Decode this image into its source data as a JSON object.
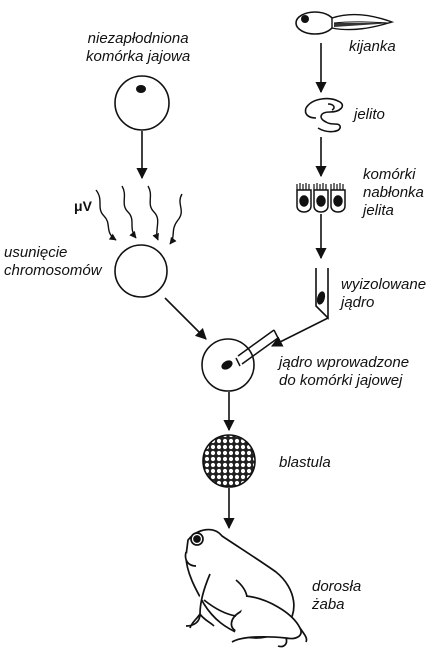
{
  "colors": {
    "ink": "#111111",
    "background": "#ffffff"
  },
  "labels": {
    "unfertilized_egg": [
      "niezapłodniona",
      "komórka jajowa"
    ],
    "tadpole": "kijanka",
    "intestine": "jelito",
    "epithelial_cells": [
      "komórki",
      "nabłonka",
      "jelita"
    ],
    "uv": "μV",
    "chromosome_removal": [
      "usunięcie",
      "chromosomów"
    ],
    "isolated_nucleus": [
      "wyizolowane",
      "jądro"
    ],
    "nucleus_introduced": [
      "jądro wprowadzone",
      "do komórki jajowej"
    ],
    "blastula": "blastula",
    "adult_frog": [
      "dorosła",
      "żaba"
    ]
  }
}
